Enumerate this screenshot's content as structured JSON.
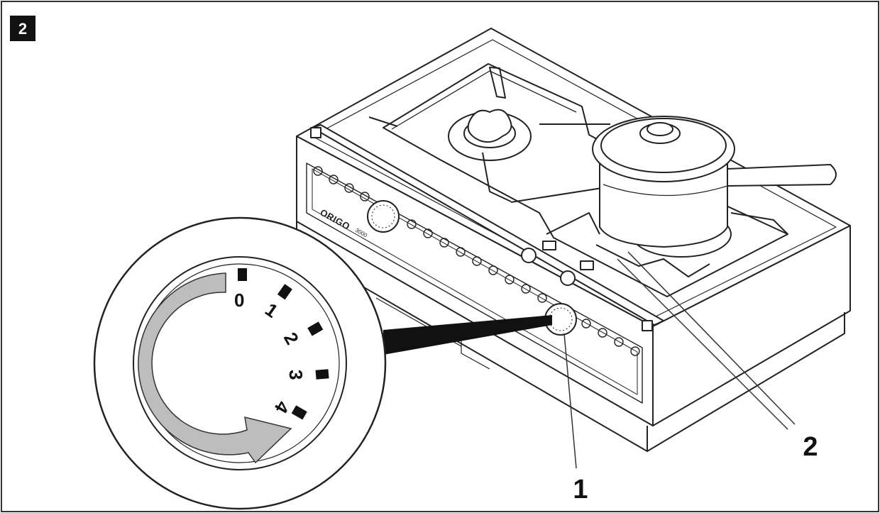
{
  "figure": {
    "number": "2",
    "callouts": [
      {
        "id": "1",
        "label": "1"
      },
      {
        "id": "2",
        "label": "2"
      }
    ]
  },
  "stove": {
    "brand": "ORIGO",
    "model": "3000"
  },
  "dial": {
    "marks": [
      "0",
      "1",
      "2",
      "3",
      "4"
    ],
    "arrow_color": "#bdbdbd"
  },
  "colors": {
    "line": "#222222",
    "badge_bg": "#111111"
  }
}
